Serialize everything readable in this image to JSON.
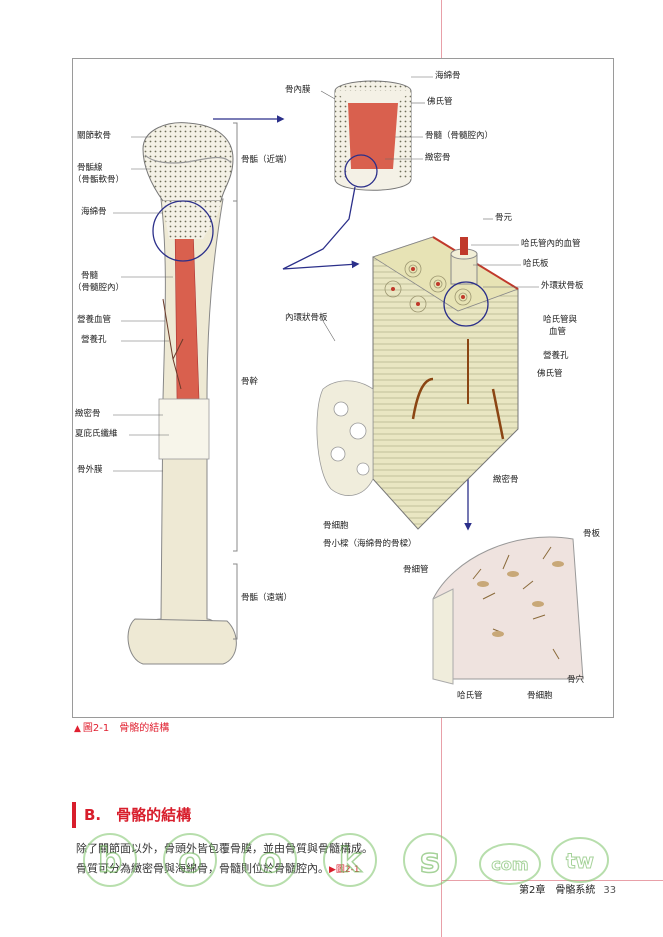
{
  "figure": {
    "labels": {
      "articular_cartilage": "關節軟骨",
      "epiphyseal_line": "骨骺線",
      "epiphyseal_line_sub": "（骨骺軟骨）",
      "spongy_bone_left": "海綿骨",
      "medullary": "骨髓",
      "medullary_sub": "（骨髓腔內）",
      "nutrient_vessel": "營養血管",
      "nutrient_foramen": "營養孔",
      "compact_bone_left": "緻密骨",
      "sharpey": "夏庇氏纖維",
      "periosteum": "骨外膜",
      "proximal_epiphysis": "骨骺（近端）",
      "diaphysis": "骨幹",
      "distal_epiphysis": "骨骺（遠端）",
      "endosteum": "骨內膜",
      "spongy_bone_top": "海綿骨",
      "volkmann_top": "佛氏管",
      "marrow_top": "骨髓（骨髓腔內）",
      "compact_top": "緻密骨",
      "osteon": "骨元",
      "haversian_vessels": "哈氏管內的血管",
      "haversian_lamella": "哈氏板",
      "outer_lamellae": "外環狀骨板",
      "inner_lamellae": "內環狀骨板",
      "haversian_with": "哈氏管與",
      "haversian_with2": "血管",
      "nutrient_foramen_r": "營養孔",
      "volkmann_r": "佛氏管",
      "compact_r": "緻密骨",
      "osteocyte": "骨細胞",
      "trabeculae": "骨小樑（海綿骨的骨樑）",
      "lamella": "骨板",
      "canaliculi": "骨細管",
      "lacuna": "骨穴",
      "haversian_canal": "哈氏管",
      "osteocyte_b": "骨細胞"
    }
  },
  "caption": {
    "marker": "▲",
    "text": "圖2-1　骨骼的結構"
  },
  "section": {
    "title": "B.　骨骼的結構"
  },
  "body": {
    "line1": "除了關節面以外，骨頭外皆包覆骨膜，並由骨質與骨髓構成。",
    "line2": "骨質可分為緻密骨與海綿骨，骨髓則位於骨髓腔內。",
    "ref": "▶圖2-1"
  },
  "footer": {
    "chapter": "第2章　骨骼系統",
    "page": "33"
  },
  "watermark": {
    "letters": [
      "b",
      "o",
      "o",
      "k",
      "s"
    ],
    "com": "com",
    "tw": "tw"
  },
  "colors": {
    "accent": "#d81e2c",
    "bone": "#eee9d4",
    "marrow": "#d9604e",
    "arrow": "#2b2f8a"
  }
}
